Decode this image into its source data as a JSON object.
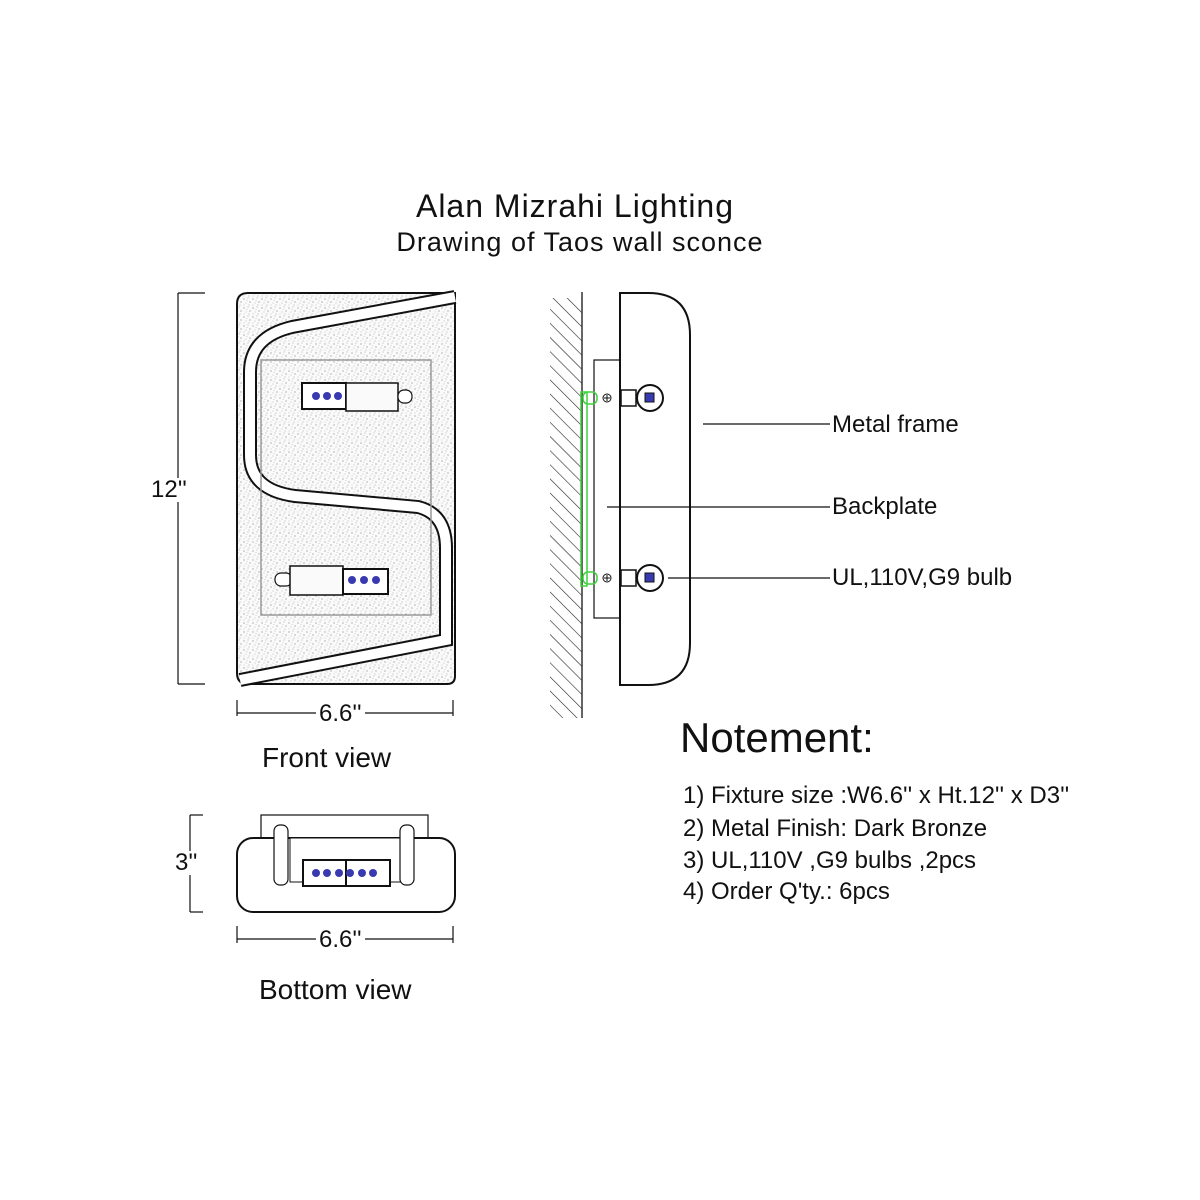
{
  "header": {
    "title": "Alan Mizrahi Lighting",
    "subtitle": "Drawing of Taos wall sconce"
  },
  "front_view": {
    "height_dim": "12''",
    "width_dim": "6.6''",
    "caption": "Front view"
  },
  "bottom_view": {
    "depth_dim": "3''",
    "width_dim": "6.6''",
    "caption": "Bottom view"
  },
  "side_view": {
    "labels": {
      "frame": "Metal frame",
      "backplate": "Backplate",
      "bulb": "UL,110V,G9 bulb"
    }
  },
  "notes": {
    "heading": "Notement:",
    "items": [
      "1) Fixture size :W6.6'' x Ht.12'' x D3''",
      "2) Metal Finish: Dark Bronze",
      "3) UL,110V ,G9 bulbs ,2pcs",
      "4) Order Q'ty.: 6pcs"
    ]
  },
  "colors": {
    "bracket": "#3fd23f",
    "bulb": "#3a3ab0"
  }
}
